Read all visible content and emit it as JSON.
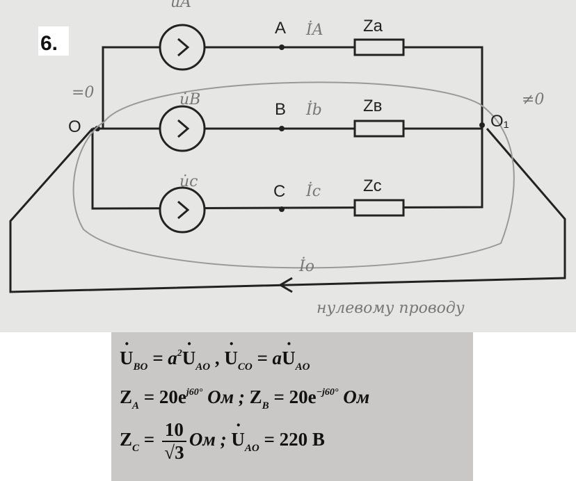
{
  "problem_number": "6.",
  "nodes": {
    "A": "A",
    "B": "B",
    "C": "C",
    "O": "O",
    "O1": "O₁"
  },
  "impedances": {
    "a": "Za",
    "b": "Zв",
    "c": "Zc"
  },
  "currents": {
    "a": "İA",
    "b": "İb",
    "c": "İc",
    "zero": "İo"
  },
  "handwritten": {
    "source_a": "u̇A",
    "source_b": "u̇B",
    "source_c": "u̇c",
    "o_eq_zero": "=0",
    "o1_neq_zero": "≠0",
    "neutral_note": "нулевому проводу"
  },
  "formulas": {
    "l1": {
      "u_bo": "U",
      "bo": "BO",
      "eq1": " = a",
      "sq": "2",
      "u_ao": "U",
      "ao": "AO",
      "comma": " , ",
      "u_co": "U",
      "co": "CO",
      "eq2": " = a",
      "u_ao2": "U",
      "ao2": "AO"
    },
    "l2": {
      "za": "Z",
      "a": "A",
      "eq1": " = 20e",
      "exp1": "j60°",
      "unit1": " Ом ;  ",
      "zb": "Z",
      "b": "B",
      "eq2": " = 20e",
      "exp2": "−j60°",
      "unit2": " Ом"
    },
    "l3": {
      "zc": "Z",
      "c": "C",
      "eq": " = ",
      "num": "10",
      "den": "√3",
      "unit": "Ом ;  ",
      "u": "U",
      "ao": "AO",
      "val": " = 220 B"
    }
  }
}
